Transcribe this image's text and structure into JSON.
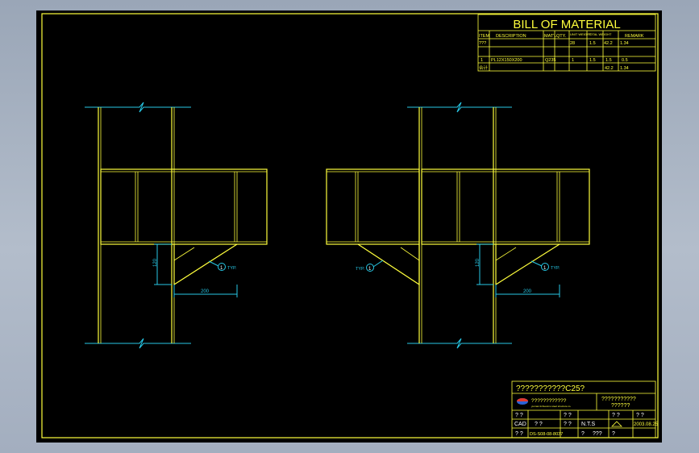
{
  "bom": {
    "title": "BILL OF MATERIAL",
    "headers": [
      "ITEM",
      "DESCRIPTION",
      "MAT'L",
      "QTY.",
      "UNIT WEIGHT",
      "TOTAL WEIGHT",
      "REMARK"
    ],
    "header_qty_lines": [
      "???",
      "??"
    ],
    "rows": [
      {
        "item": "1",
        "description": "PL12X150X200",
        "material": "Q235",
        "qty": "1",
        "unit": "1.5",
        "total": "1.5",
        "remark": "0.5"
      }
    ],
    "total_label": "合计",
    "total_value": "42.2",
    "total_remark": "1.34",
    "top_row_values": {
      "qty": "28",
      "unit": "1.5",
      "total": "42.2",
      "remark": "1.34"
    }
  },
  "details": {
    "left": {
      "tag": "1",
      "typ": "TYP.",
      "dim_v": "120",
      "dim_h": "200"
    },
    "right": {
      "tag": "1",
      "typ": "TYP.",
      "dim_v": "120",
      "dim_h": "200"
    },
    "mid_typ": {
      "tag": "1",
      "typ": "TYP."
    }
  },
  "title_block": {
    "drawing_title": "???????????C25?",
    "company_cn": "????????????",
    "company_en": "yunnan tinhuanmu steel structure co.",
    "project": "???????????",
    "project2": "??????",
    "rows": [
      [
        "? ?",
        "",
        "? ?",
        "",
        "? ?",
        "? ?"
      ],
      [
        "CAD",
        "? ?",
        "? ?",
        "N.T.S",
        "",
        "2003.08.25"
      ],
      [
        "? ?",
        "DS-S08-08-8037",
        "?",
        "???",
        "?",
        ""
      ]
    ]
  },
  "colors": {
    "ink": "#ffff3c",
    "dimension": "#27c8e6",
    "sheet": "#000000",
    "desktop": "#a8b3c3"
  }
}
